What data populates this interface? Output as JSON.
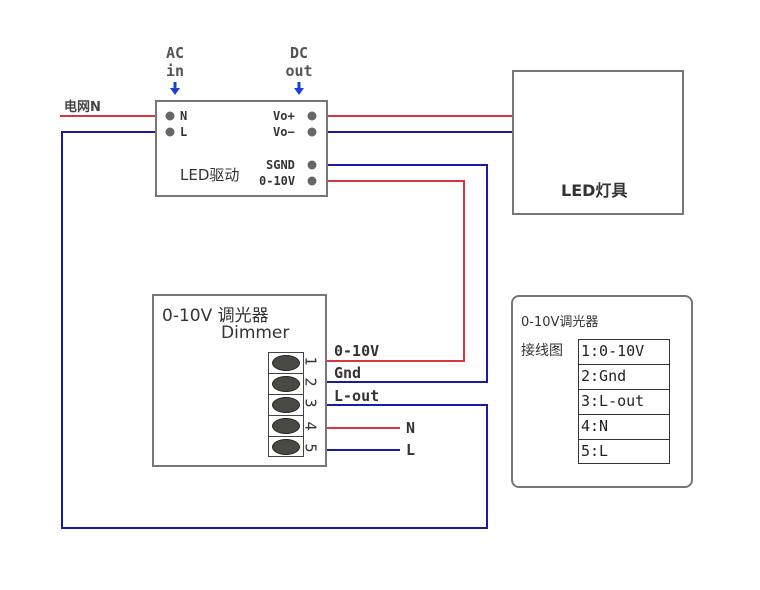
{
  "colors": {
    "live_wire": "#1a1aa8",
    "neutral_wire": "#d9363e",
    "arrow": "#1a3fd6",
    "box_border": "#777777"
  },
  "header_labels": {
    "ac_in_top": "AC",
    "ac_in_bottom": "in",
    "dc_out_top": "DC",
    "dc_out_bottom": "out"
  },
  "mains": {
    "neutral_label": "电网N"
  },
  "driver": {
    "title": "LED驱动",
    "terminals": {
      "n": "N",
      "l": "L",
      "vo_plus": "Vo+",
      "vo_minus": "Vo−",
      "sgnd": "SGND",
      "dim": "0-10V"
    }
  },
  "fixture": {
    "title": "LED灯具"
  },
  "dimmer": {
    "title": "0-10V 调光器",
    "subtitle": "Dimmer",
    "terminals": [
      {
        "number": "1",
        "label": "0-10V"
      },
      {
        "number": "2",
        "label": "Gnd"
      },
      {
        "number": "3",
        "label": "L-out"
      },
      {
        "number": "4",
        "label": "N"
      },
      {
        "number": "5",
        "label": "L"
      }
    ]
  },
  "legend": {
    "title": "0-10V调光器",
    "subtitle": "接线图",
    "rows": [
      "1:0-10V",
      "2:Gnd",
      "3:L-out",
      "4:N",
      "5:L"
    ]
  }
}
